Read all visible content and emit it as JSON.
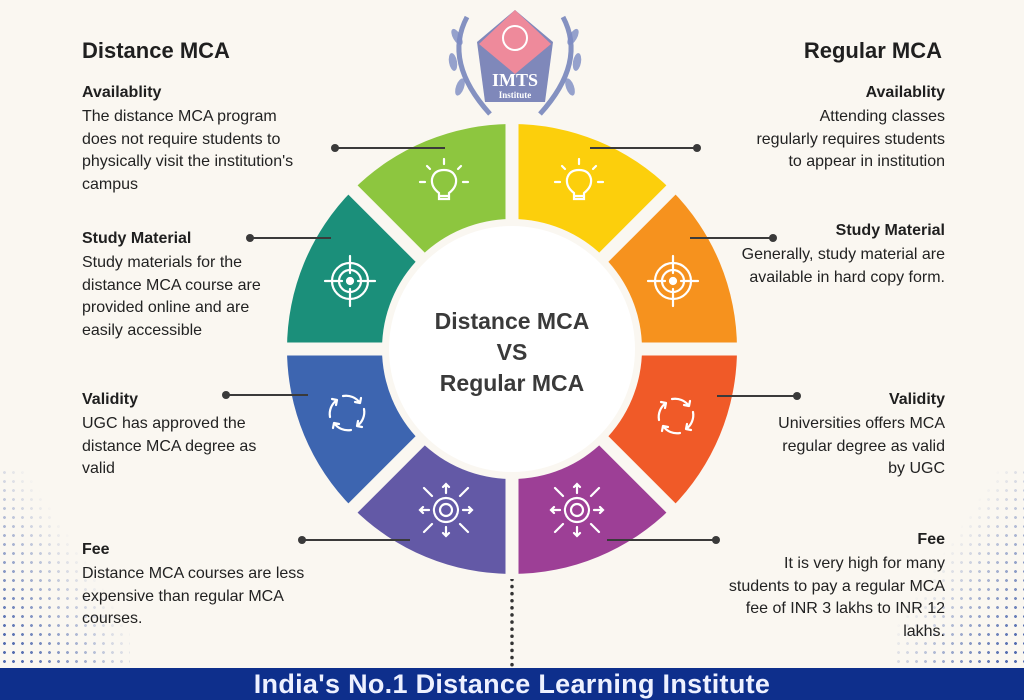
{
  "logo": {
    "line1": "IMTS",
    "line2": "Institute"
  },
  "left": {
    "title": "Distance MCA",
    "items": [
      {
        "heading": "Availablity",
        "body": "The distance MCA program does not require students to physically visit the institution's campus"
      },
      {
        "heading": "Study Material",
        "body": "Study materials for the distance MCA course are provided online and are easily accessible"
      },
      {
        "heading": "Validity",
        "body": "UGC has approved the distance MCA degree as valid"
      },
      {
        "heading": "Fee",
        "body": "Distance MCA courses are less expensive than regular MCA courses."
      }
    ]
  },
  "right": {
    "title": "Regular MCA",
    "items": [
      {
        "heading": "Availablity",
        "body": "Attending classes regularly requires students to appear in institution"
      },
      {
        "heading": "Study Material",
        "body": "Generally, study material are available in hard copy form."
      },
      {
        "heading": "Validity",
        "body": "Universities offers MCA regular degree as valid by UGC"
      },
      {
        "heading": "Fee",
        "body": "It is very high for many students to pay a regular MCA fee of INR 3 lakhs to INR 12 lakhs."
      }
    ]
  },
  "center": {
    "line1": "Distance MCA",
    "line2": "VS",
    "line3": "Regular MCA"
  },
  "segments": [
    {
      "topic": "availability",
      "side": "regular",
      "color": "#fccf0c",
      "icon": "lightbulb-icon"
    },
    {
      "topic": "study-material",
      "side": "regular",
      "color": "#f6921e",
      "icon": "target-icon"
    },
    {
      "topic": "validity",
      "side": "regular",
      "color": "#f05a28",
      "icon": "cycle-arrows-icon"
    },
    {
      "topic": "fee",
      "side": "regular",
      "color": "#9d3f96",
      "icon": "gear-arrows-icon"
    },
    {
      "topic": "fee",
      "side": "distance",
      "color": "#6359a6",
      "icon": "gear-arrows-icon"
    },
    {
      "topic": "validity",
      "side": "distance",
      "color": "#3d65b0",
      "icon": "cycle-arrows-icon"
    },
    {
      "topic": "study-material",
      "side": "distance",
      "color": "#1b8f7a",
      "icon": "target-icon"
    },
    {
      "topic": "availability",
      "side": "distance",
      "color": "#8dc63f",
      "icon": "lightbulb-icon"
    }
  ],
  "footer": {
    "text": "India's No.1 Distance Learning Institute"
  },
  "colors": {
    "background": "#faf7f1",
    "footer": "#0e2f8c"
  }
}
